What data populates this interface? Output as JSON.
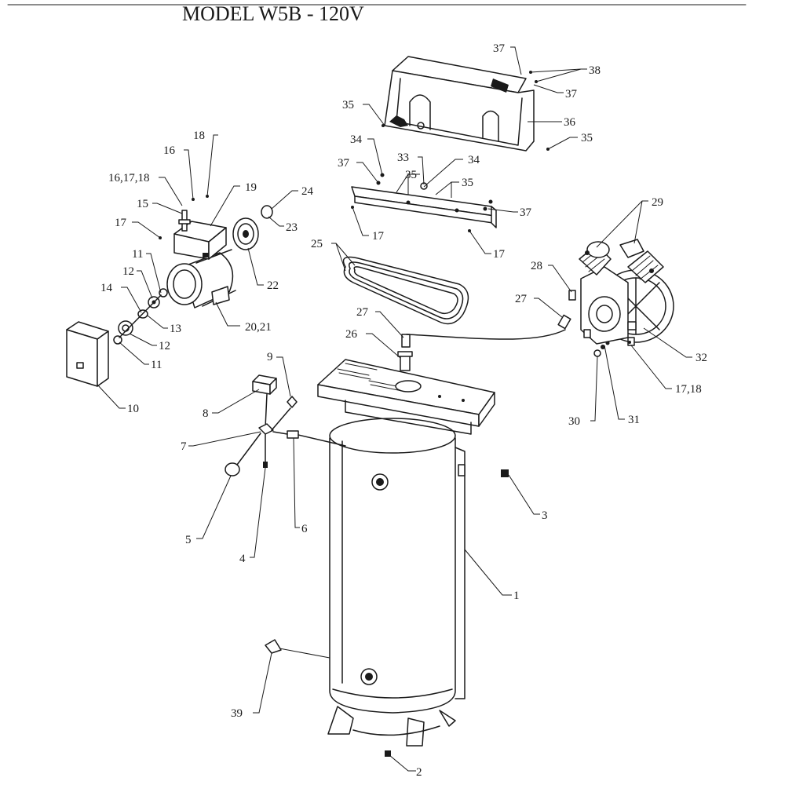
{
  "title": "MODEL W5B - 120V",
  "labels": {
    "p1": "1",
    "p2": "2",
    "p3": "3",
    "p4": "4",
    "p5": "5",
    "p6": "6",
    "p7": "7",
    "p8": "8",
    "p9": "9",
    "p10": "10",
    "p11a": "11",
    "p11b": "11",
    "p12a": "12",
    "p12b": "12",
    "p13": "13",
    "p14": "14",
    "p15": "15",
    "p16": "16",
    "p16_17_18": "16,17,18",
    "p17a": "17",
    "p17b": "17",
    "p17c": "17",
    "p17_18": "17,18",
    "p18": "18",
    "p19": "19",
    "p20_21": "20,21",
    "p22": "22",
    "p23": "23",
    "p24": "24",
    "p25": "25",
    "p26": "26",
    "p27a": "27",
    "p27b": "27",
    "p28": "28",
    "p29": "29",
    "p30": "30",
    "p31": "31",
    "p32": "32",
    "p33": "33",
    "p34a": "34",
    "p34b": "34",
    "p35a": "35",
    "p35b": "35",
    "p35c": "35",
    "p35d": "35",
    "p36": "36",
    "p37a": "37",
    "p37b": "37",
    "p37c": "37",
    "p37d": "37",
    "p38": "38",
    "p39": "39"
  }
}
